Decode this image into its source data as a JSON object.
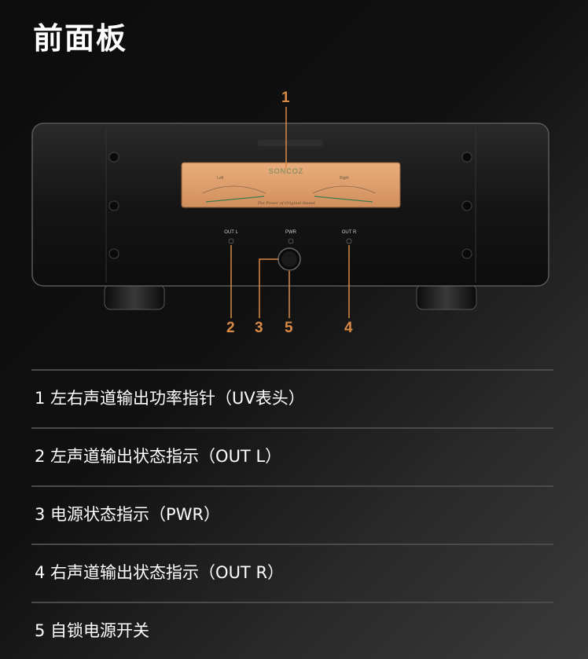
{
  "title": "前面板",
  "device": {
    "meter_brand": "SONCOZ",
    "meter_left_label": "Left",
    "meter_right_label": "Right",
    "meter_slogan": "The Power of Original Sound",
    "led_left_label": "OUT L",
    "led_power_label": "PWR",
    "led_right_label": "OUT R"
  },
  "callouts": [
    "1",
    "2",
    "3",
    "5",
    "4"
  ],
  "features": [
    "1 左右声道输出功率指针（UV表头）",
    "2 左声道输出状态指示（OUT L）",
    "3 电源状态指示（PWR）",
    "4 右声道输出状态指示（OUT R）",
    "5 自锁电源开关"
  ],
  "colors": {
    "accent": "#d98a45",
    "meter": "#e0a070",
    "panel": "#1a1a1a"
  }
}
